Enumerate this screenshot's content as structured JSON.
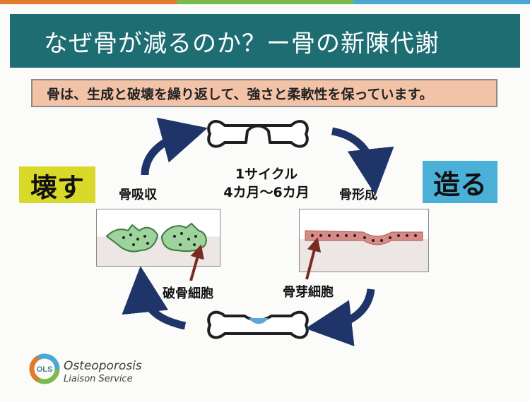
{
  "header": {
    "title": "なぜ骨が減るのか？ー骨の新陳代謝",
    "subtitle": "骨は、生成と破壊を繰り返して、強さと柔軟性を保っています。"
  },
  "labels": {
    "destroy": "壊す",
    "build": "造る",
    "resorption": "骨吸収",
    "formation": "骨形成",
    "osteoclast": "破骨細胞",
    "osteoblast": "骨芽細胞",
    "cycle_line1": "1サイクル",
    "cycle_line2": "4カ月～6カ月"
  },
  "logo": {
    "badge": "OLS",
    "line1": "Osteoporosis",
    "line2": "Liaison Service"
  },
  "colors": {
    "title_bg": "#1e6d73",
    "destroy_bg": "#d9d92a",
    "build_bg": "#4ab0d8",
    "arrow": "#1f3468",
    "osteoclast": "#9ed39e",
    "osteoblast": "#d98a86",
    "pointer": "#7a2b1f"
  },
  "icons": [
    "bone-icon",
    "arrow-icon",
    "osteoclast-cell-icon",
    "osteoblast-layer-icon"
  ]
}
